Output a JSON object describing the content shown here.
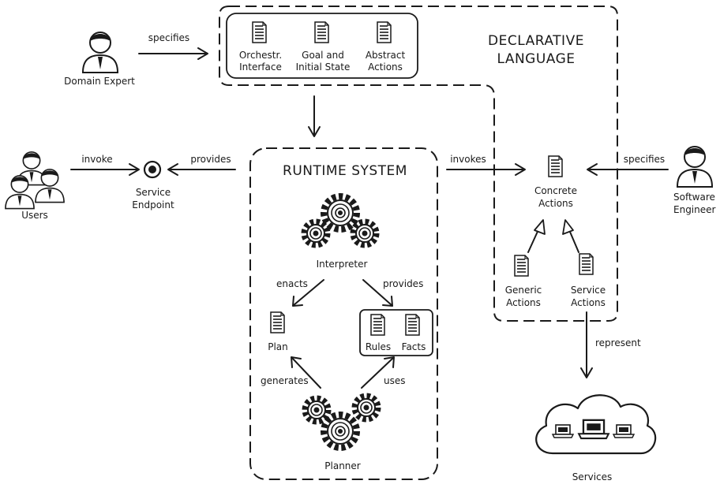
{
  "regions": {
    "declarative_language_title_line1": "DECLARATIVE",
    "declarative_language_title_line2": "LANGUAGE",
    "runtime_system_title": "RUNTIME SYSTEM"
  },
  "actors": {
    "domain_expert": "Domain Expert",
    "users": "Users",
    "software_engineer_line1": "Software",
    "software_engineer_line2": "Engineer"
  },
  "documents": {
    "orchestr_interface_line1": "Orchestr.",
    "orchestr_interface_line2": "Interface",
    "goal_state_line1": "Goal and",
    "goal_state_line2": "Initial State",
    "abstract_actions_line1": "Abstract",
    "abstract_actions_line2": "Actions",
    "concrete_actions_line1": "Concrete",
    "concrete_actions_line2": "Actions",
    "generic_actions_line1": "Generic",
    "generic_actions_line2": "Actions",
    "service_actions_line1": "Service",
    "service_actions_line2": "Actions",
    "plan": "Plan",
    "rules": "Rules",
    "facts": "Facts"
  },
  "components": {
    "service_endpoint_line1": "Service",
    "service_endpoint_line2": "Endpoint",
    "interpreter": "Interpreter",
    "planner": "Planner",
    "services": "Services"
  },
  "edges": {
    "domain_expert_specifies": "specifies",
    "users_invoke": "invoke",
    "runtime_provides_endpoint": "provides",
    "runtime_invokes_concrete": "invokes",
    "engineer_specifies": "specifies",
    "interpreter_enacts_plan": "enacts",
    "interpreter_provides_rules": "provides",
    "planner_generates_plan": "generates",
    "planner_uses_rules": "uses",
    "service_actions_represent": "represent"
  }
}
